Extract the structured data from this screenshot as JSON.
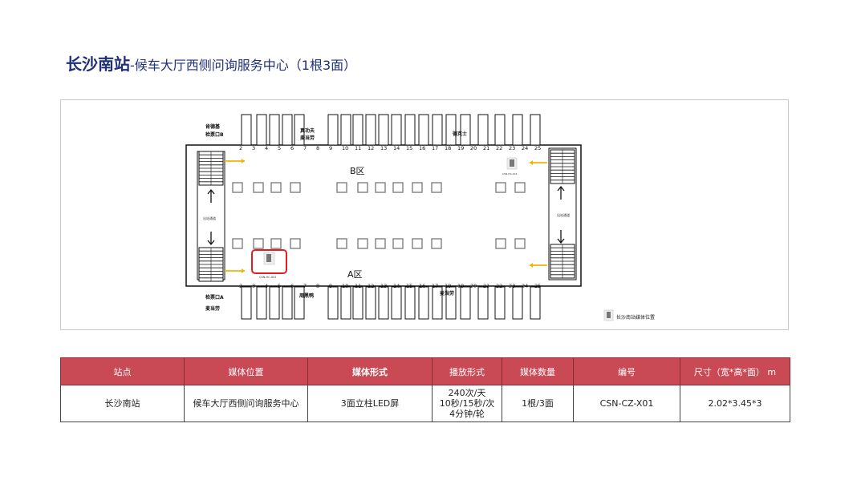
{
  "title": {
    "station": "长沙南站",
    "subtitle": "-候车大厅西侧问询服务中心（1根3面）"
  },
  "map": {
    "zone_b": "B区",
    "zone_a": "A区",
    "top_labels": {
      "left": [
        "肯德基",
        "检票口B"
      ],
      "mid": [
        "真功夫",
        "麦当劳"
      ],
      "right": "德克士"
    },
    "bottom_labels": {
      "left": [
        "检票口A",
        "麦当劳"
      ],
      "mid": "周黑鸭",
      "right": "麦当劳"
    },
    "gate_numbers": [
      "2",
      "3",
      "4",
      "5",
      "6",
      "7",
      "8",
      "9",
      "10",
      "11",
      "12",
      "13",
      "14",
      "15",
      "16",
      "17",
      "18",
      "19",
      "20",
      "21",
      "22",
      "23",
      "24",
      "25"
    ],
    "media_code_small": "CSN-HC-X01",
    "legend": "长沙南站媒体位置",
    "side_text_left": "出站通道",
    "side_text_right": "出站通道"
  },
  "table": {
    "headers": [
      "站点",
      "媒体位置",
      "媒体形式",
      "播放形式",
      "媒体数量",
      "编号",
      "尺寸（宽*高*面） m"
    ],
    "row": {
      "station": "长沙南站",
      "location": "候车大厅西侧问询服务中心",
      "form": "3面立柱LED屏",
      "play": [
        "240次/天",
        "10秒/15秒/次",
        "4分钟/轮"
      ],
      "count": "1根/3面",
      "code": "CSN-CZ-X01",
      "size": "2.02*3.45*3"
    }
  },
  "colors": {
    "title": "#1f2f7a",
    "header_bg": "#c94a55",
    "highlight": "#e02020",
    "arrow": "#f0b400"
  }
}
